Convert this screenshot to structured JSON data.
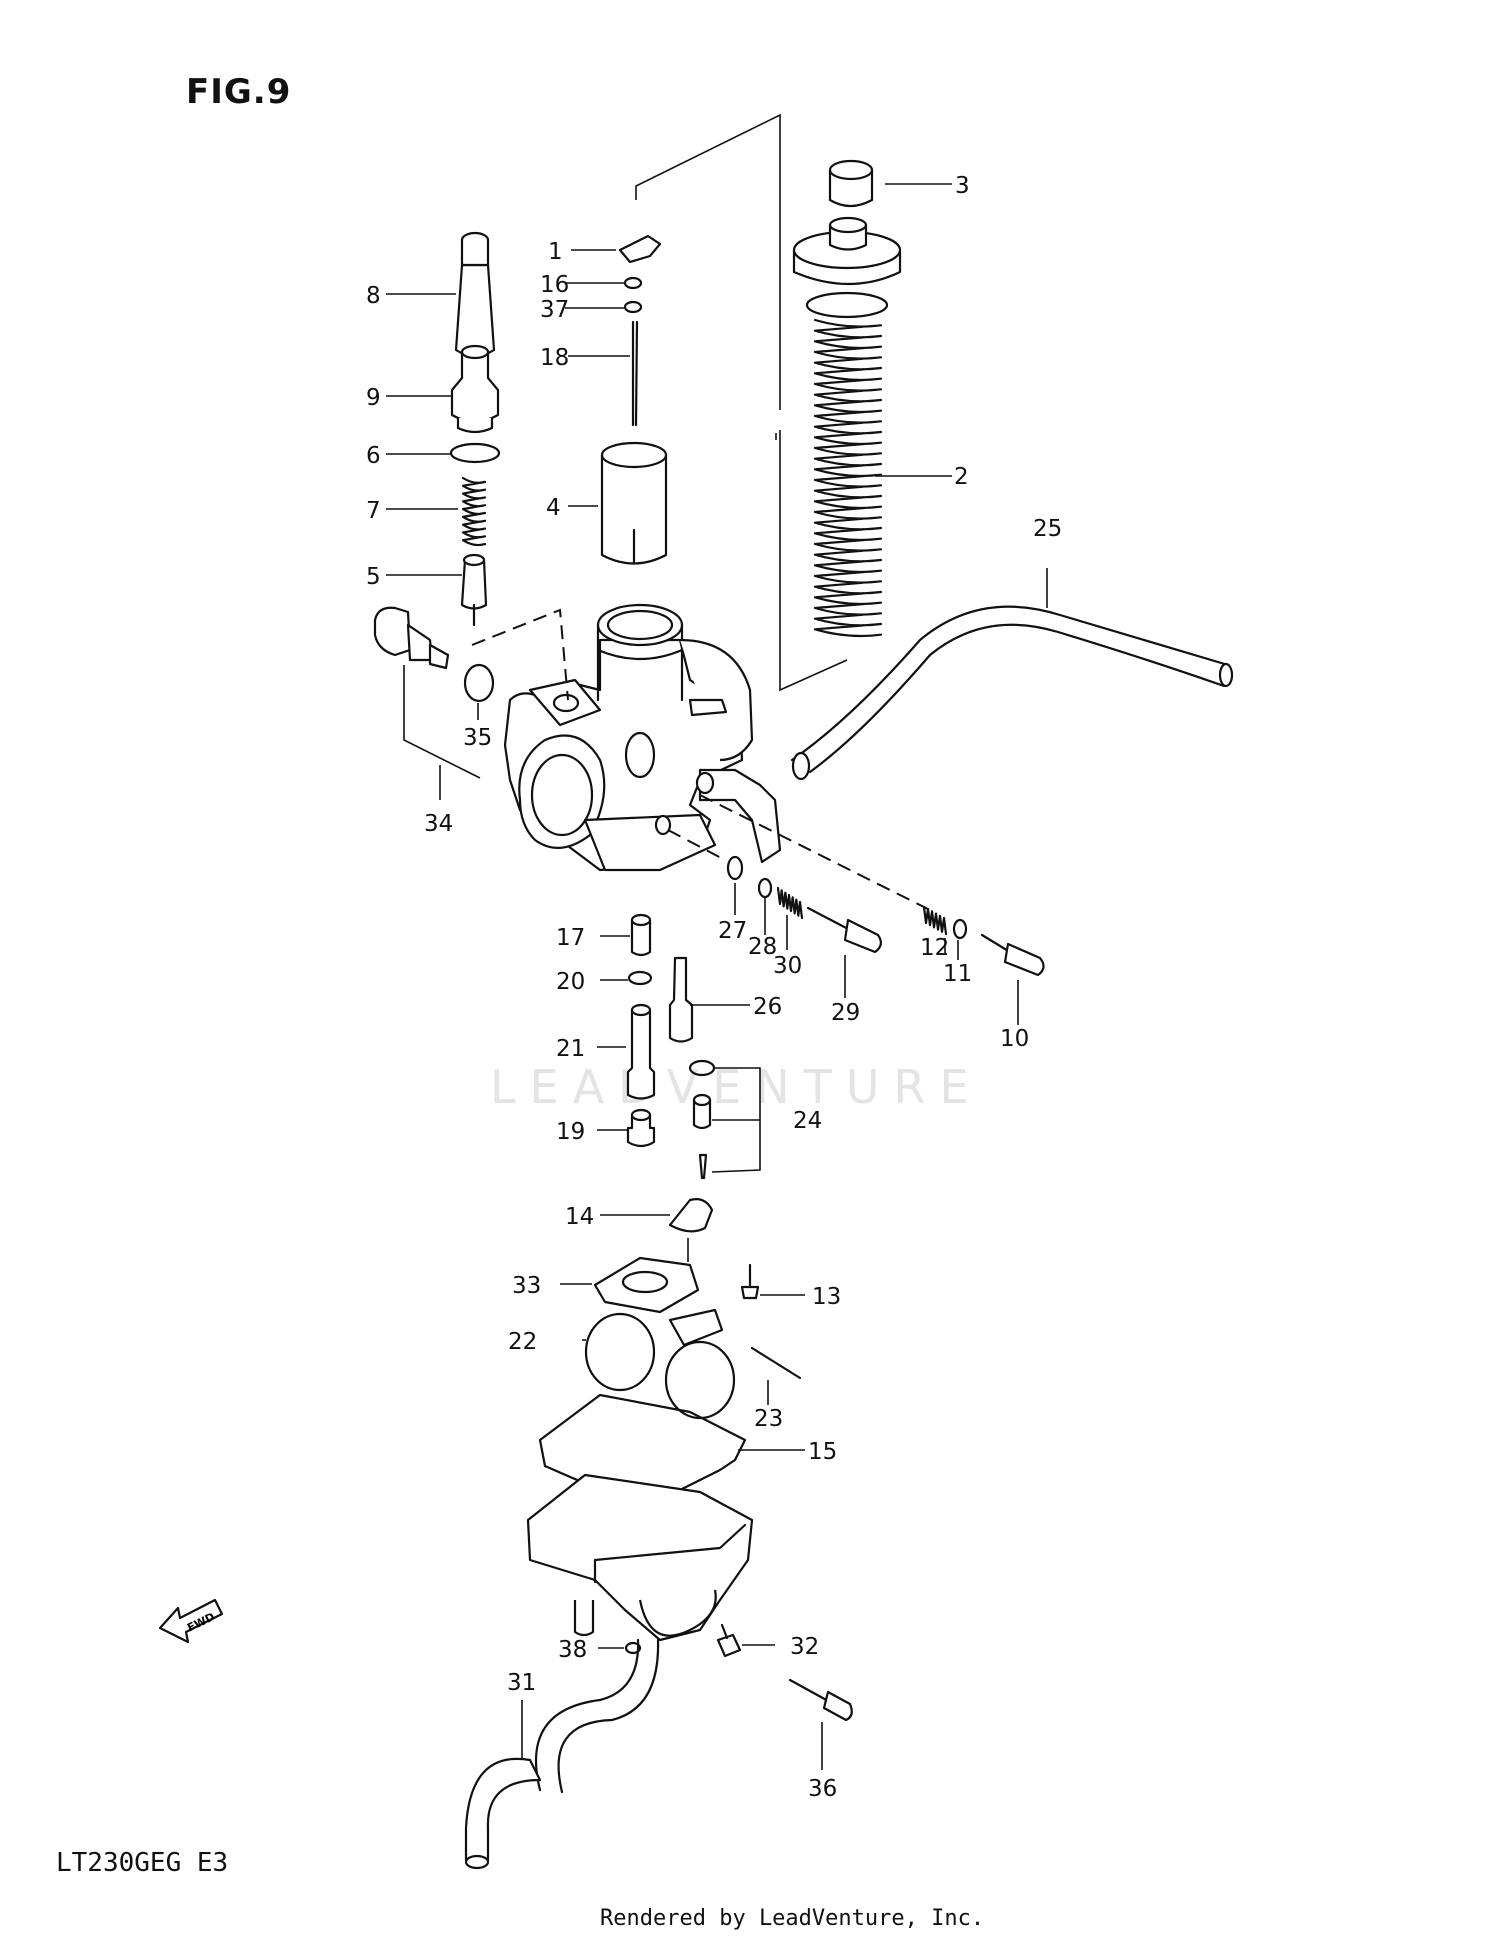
{
  "figure_title": "FIG.9",
  "model_code": "LT230GEG E3",
  "credit": "Rendered by LeadVenture, Inc.",
  "watermark": "LEADVENTURE",
  "fwd_label": "FWD",
  "callouts": [
    {
      "id": "c1",
      "label": "1"
    },
    {
      "id": "c2",
      "label": "2"
    },
    {
      "id": "c3",
      "label": "3"
    },
    {
      "id": "c4",
      "label": "4"
    },
    {
      "id": "c5",
      "label": "5"
    },
    {
      "id": "c6",
      "label": "6"
    },
    {
      "id": "c7",
      "label": "7"
    },
    {
      "id": "c8",
      "label": "8"
    },
    {
      "id": "c9",
      "label": "9"
    },
    {
      "id": "c10",
      "label": "10"
    },
    {
      "id": "c11",
      "label": "11"
    },
    {
      "id": "c12",
      "label": "12"
    },
    {
      "id": "c13",
      "label": "13"
    },
    {
      "id": "c14",
      "label": "14"
    },
    {
      "id": "c15",
      "label": "15"
    },
    {
      "id": "c16",
      "label": "16"
    },
    {
      "id": "c17",
      "label": "17"
    },
    {
      "id": "c18",
      "label": "18"
    },
    {
      "id": "c19",
      "label": "19"
    },
    {
      "id": "c20",
      "label": "20"
    },
    {
      "id": "c21",
      "label": "21"
    },
    {
      "id": "c22",
      "label": "22"
    },
    {
      "id": "c23",
      "label": "23"
    },
    {
      "id": "c24",
      "label": "24"
    },
    {
      "id": "c25",
      "label": "25"
    },
    {
      "id": "c26",
      "label": "26"
    },
    {
      "id": "c27",
      "label": "27"
    },
    {
      "id": "c28",
      "label": "28"
    },
    {
      "id": "c29",
      "label": "29"
    },
    {
      "id": "c30",
      "label": "30"
    },
    {
      "id": "c31",
      "label": "31"
    },
    {
      "id": "c32",
      "label": "32"
    },
    {
      "id": "c33",
      "label": "33"
    },
    {
      "id": "c34",
      "label": "34"
    },
    {
      "id": "c35",
      "label": "35"
    },
    {
      "id": "c36",
      "label": "36"
    },
    {
      "id": "c37",
      "label": "37"
    },
    {
      "id": "c38",
      "label": "38"
    }
  ]
}
